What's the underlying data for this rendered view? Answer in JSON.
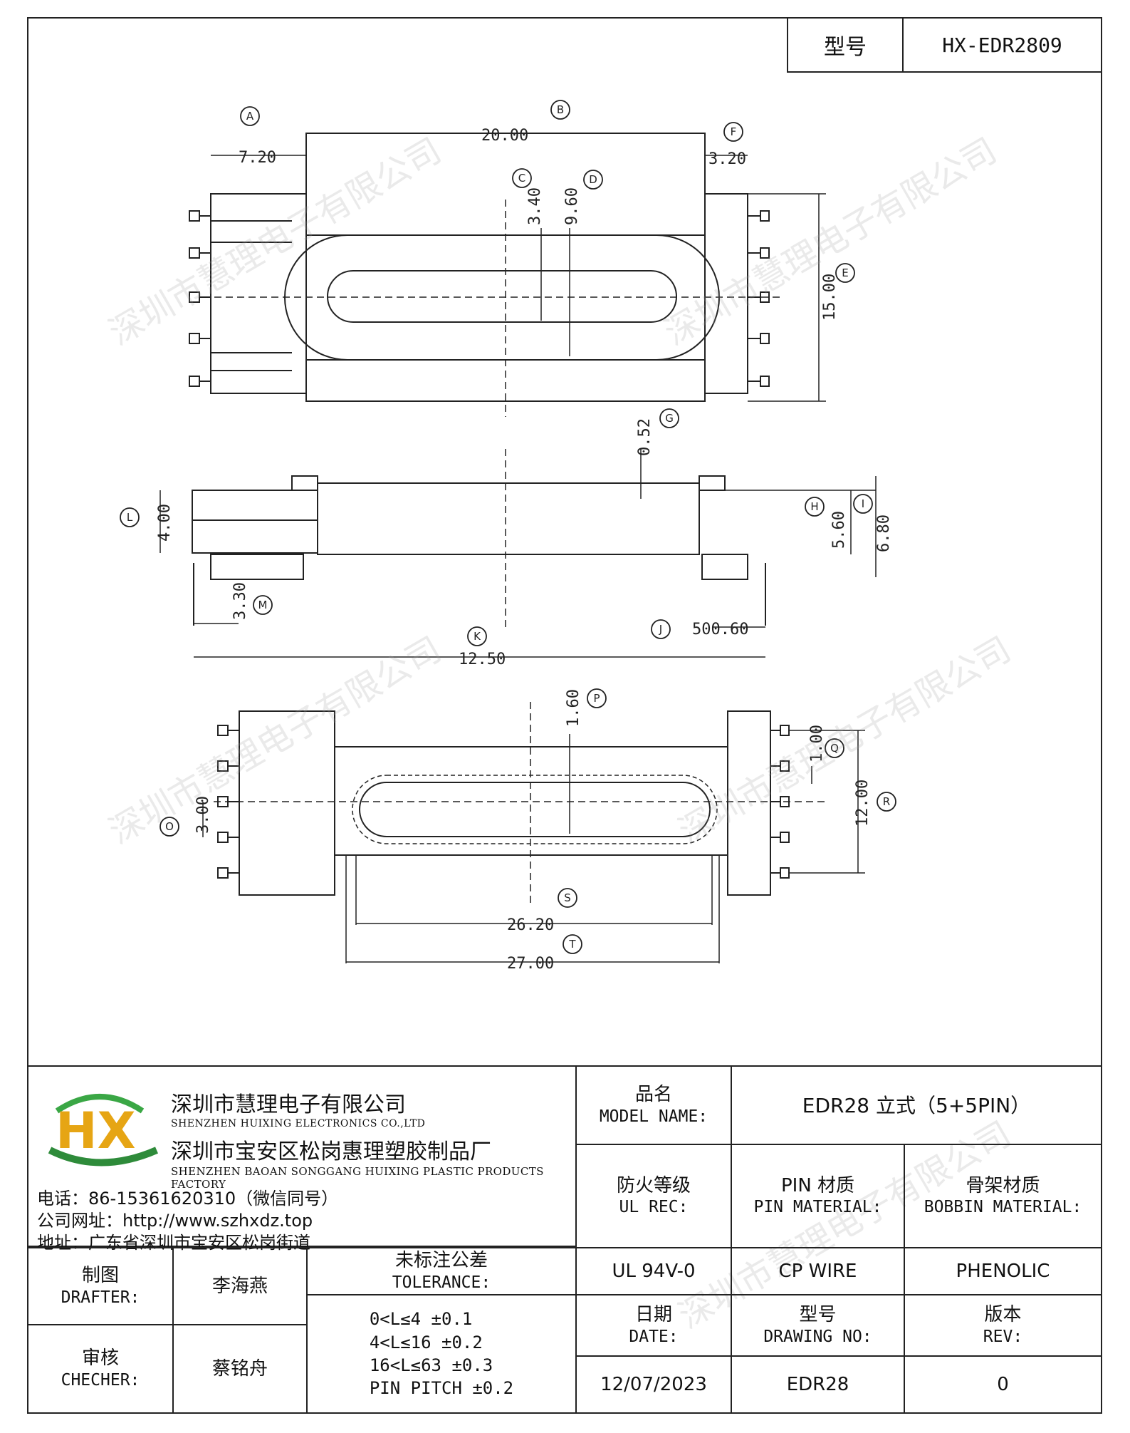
{
  "header": {
    "model_label": "型号",
    "model_value": "HX-EDR2809"
  },
  "drawing": {
    "top_view": {
      "dim_a": "7.20",
      "dim_b": "20.00",
      "dim_f": "3.20",
      "dim_c": "3.40",
      "dim_d": "9.60",
      "dim_e": "15.00",
      "marker_a": "A",
      "marker_b": "B",
      "marker_c": "C",
      "marker_d": "D",
      "marker_e": "E",
      "marker_f": "F"
    },
    "side_view": {
      "dim_g": "0.52",
      "dim_l": "4.00",
      "dim_h": "5.60",
      "dim_i": "6.80",
      "dim_m": "3.30",
      "dim_j": "500.60",
      "dim_k": "12.50",
      "marker_g": "G",
      "marker_l": "L",
      "marker_h": "H",
      "marker_i": "I",
      "marker_m": "M",
      "marker_j": "J",
      "marker_k": "K"
    },
    "bottom_view": {
      "dim_p": "1.60",
      "dim_q": "1.00",
      "dim_r": "12.00",
      "dim_o": "3.00",
      "dim_s": "26.20",
      "dim_t": "27.00",
      "marker_p": "P",
      "marker_q": "Q",
      "marker_r": "R",
      "marker_o": "O",
      "marker_s": "S",
      "marker_t": "T"
    }
  },
  "watermark": "深圳市慧理电子有限公司",
  "company": {
    "logo_text": "HX",
    "name_cn": "深圳市慧理电子有限公司",
    "name_en": "SHENZHEN HUIXING ELECTRONICS CO.,LTD",
    "factory_cn": "深圳市宝安区松岗惠理塑胶制品厂",
    "factory_en": "SHENZHEN BAOAN SONGGANG HUIXING PLASTIC PRODUCTS FACTORY",
    "phone": "电话：86-15361620310（微信同号）",
    "website": "公司网址：http://www.szhxdz.top",
    "address": "地址：广东省深圳市宝安区松岗街道"
  },
  "title_block": {
    "model_name_cn": "品名",
    "model_name_en": "MODEL NAME:",
    "model_name_value": "EDR28 立式（5+5PIN）",
    "ul_cn": "防火等级",
    "ul_en": "UL REC:",
    "pin_cn": "PIN 材质",
    "pin_en": "PIN MATERIAL:",
    "bobbin_cn": "骨架材质",
    "bobbin_en": "BOBBIN MATERIAL:",
    "ul_value": "UL 94V-0",
    "pin_value": "CP WIRE",
    "bobbin_value": "PHENOLIC",
    "drafter_cn": "制图",
    "drafter_en": "DRAFTER:",
    "drafter_name": "李海燕",
    "checker_cn": "审核",
    "checker_en": "CHECHER:",
    "checker_name": "蔡铭舟",
    "tolerance_cn": "未标注公差",
    "tolerance_en": "TOLERANCE:",
    "tolerance_lines": [
      "0<L≤4  ±0.1",
      "4<L≤16 ±0.2",
      "16<L≤63 ±0.3",
      "PIN PITCH ±0.2"
    ],
    "date_cn": "日期",
    "date_en": "DATE:",
    "date_value": "12/07/2023",
    "drawing_no_cn": "型号",
    "drawing_no_en": "DRAWING NO:",
    "drawing_no_value": "EDR28",
    "rev_cn": "版本",
    "rev_en": "REV:",
    "rev_value": "0"
  }
}
